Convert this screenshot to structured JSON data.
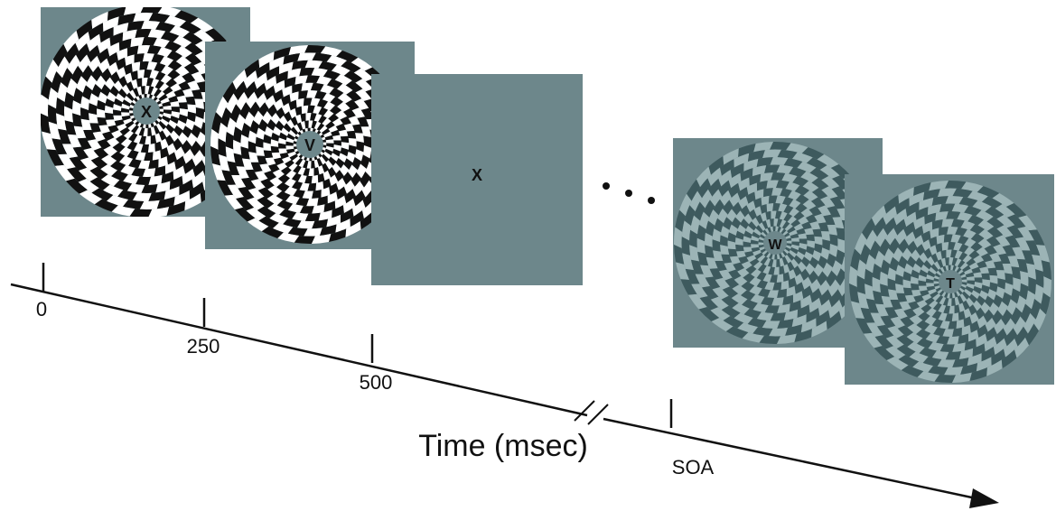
{
  "frames": [
    {
      "letter": "X",
      "stimulus": "checkerboard-high-contrast"
    },
    {
      "letter": "V",
      "stimulus": "checkerboard-high-contrast"
    },
    {
      "letter": "X",
      "stimulus": "blank"
    },
    {
      "letter": "W",
      "stimulus": "checkerboard-low-contrast"
    },
    {
      "letter": "T",
      "stimulus": "checkerboard-low-contrast"
    }
  ],
  "timeline": {
    "ticks": [
      "0",
      "250",
      "500",
      "SOA"
    ],
    "axis_label": "Time (msec)"
  },
  "colors": {
    "background_gray": "#6d878b",
    "check_dark_high": "#111111",
    "check_light_high": "#ffffff",
    "check_dark_low": "#3e5a5e",
    "check_light_low": "#9cb4b6"
  }
}
